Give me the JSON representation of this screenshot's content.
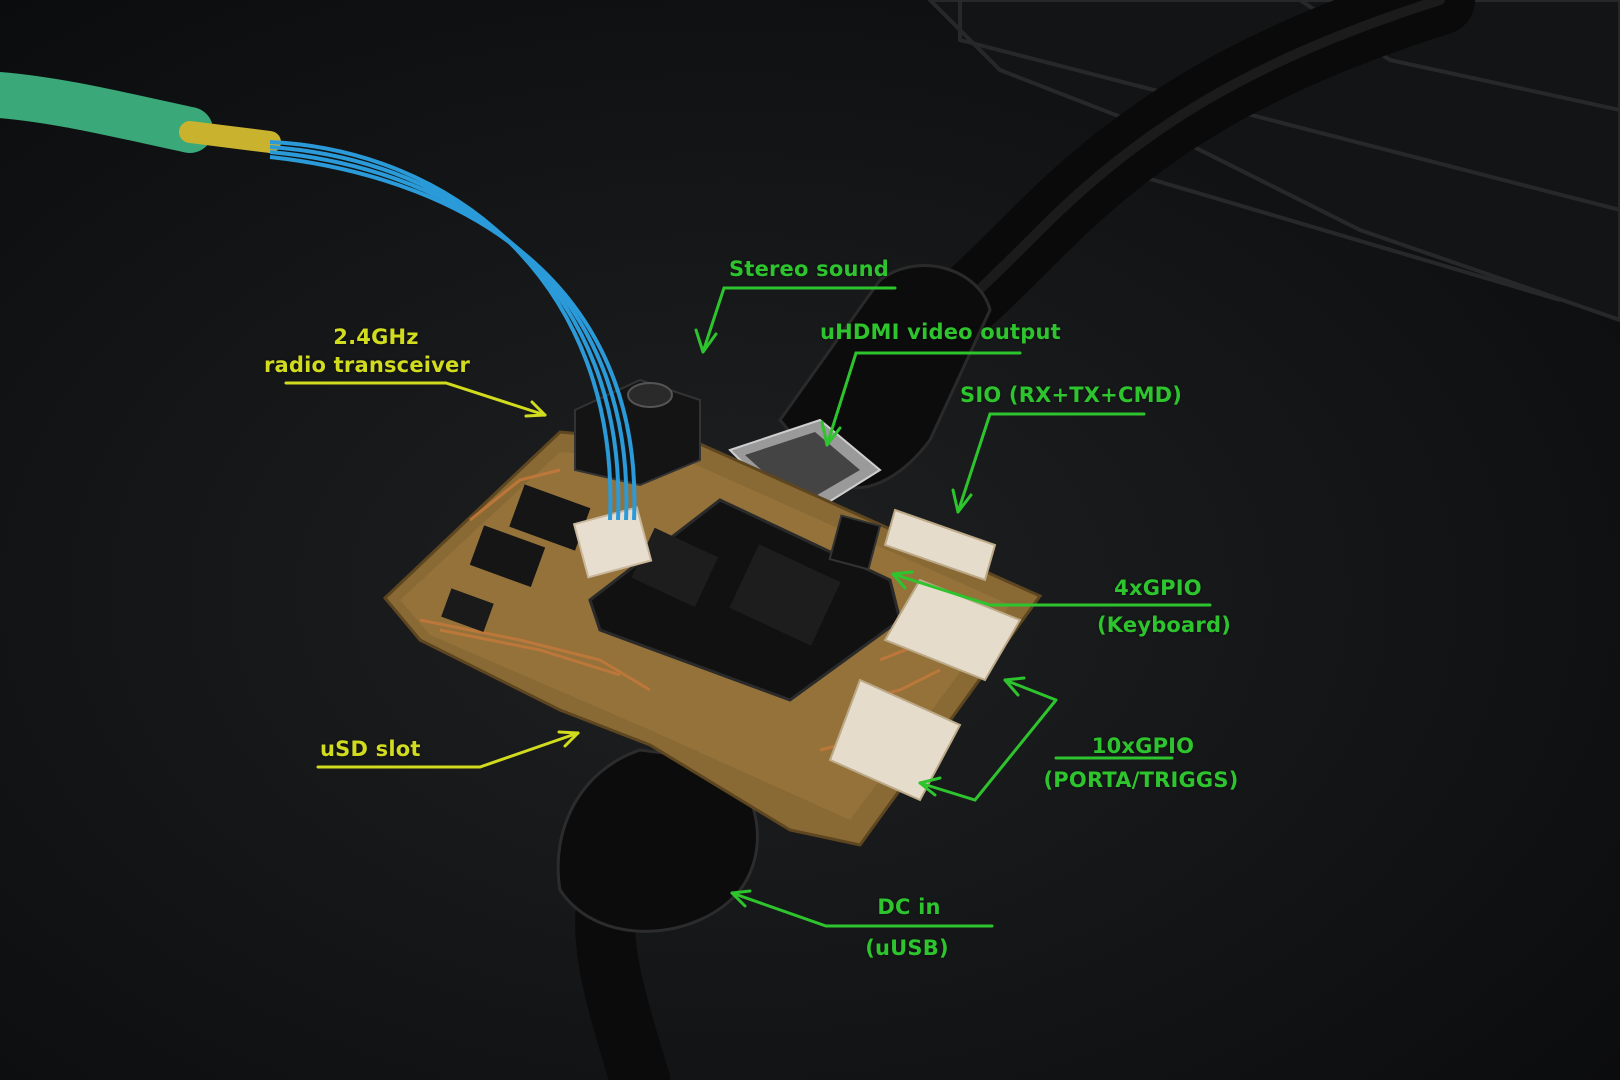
{
  "labels": {
    "radio_line1": "2.4GHz",
    "radio_line2": "radio transceiver",
    "stereo": "Stereo sound",
    "uhdmi": "uHDMI video output",
    "sio": "SIO (RX+TX+CMD)",
    "gpio4_line1": "4xGPIO",
    "gpio4_line2": "(Keyboard)",
    "gpio10_line1": "10xGPIO",
    "gpio10_line2": "(PORTA/TRIGGS)",
    "usd": "uSD slot",
    "dc_line1": "DC in",
    "dc_line2": "(uUSB)"
  },
  "colors": {
    "label_green": "#2ec42e",
    "label_yellow": "#d2dc1e",
    "background": "#0e0f10",
    "pcb": "#8a6a34",
    "wire_blue": "#2a9ad8",
    "sleeve_green": "#3aa878"
  }
}
